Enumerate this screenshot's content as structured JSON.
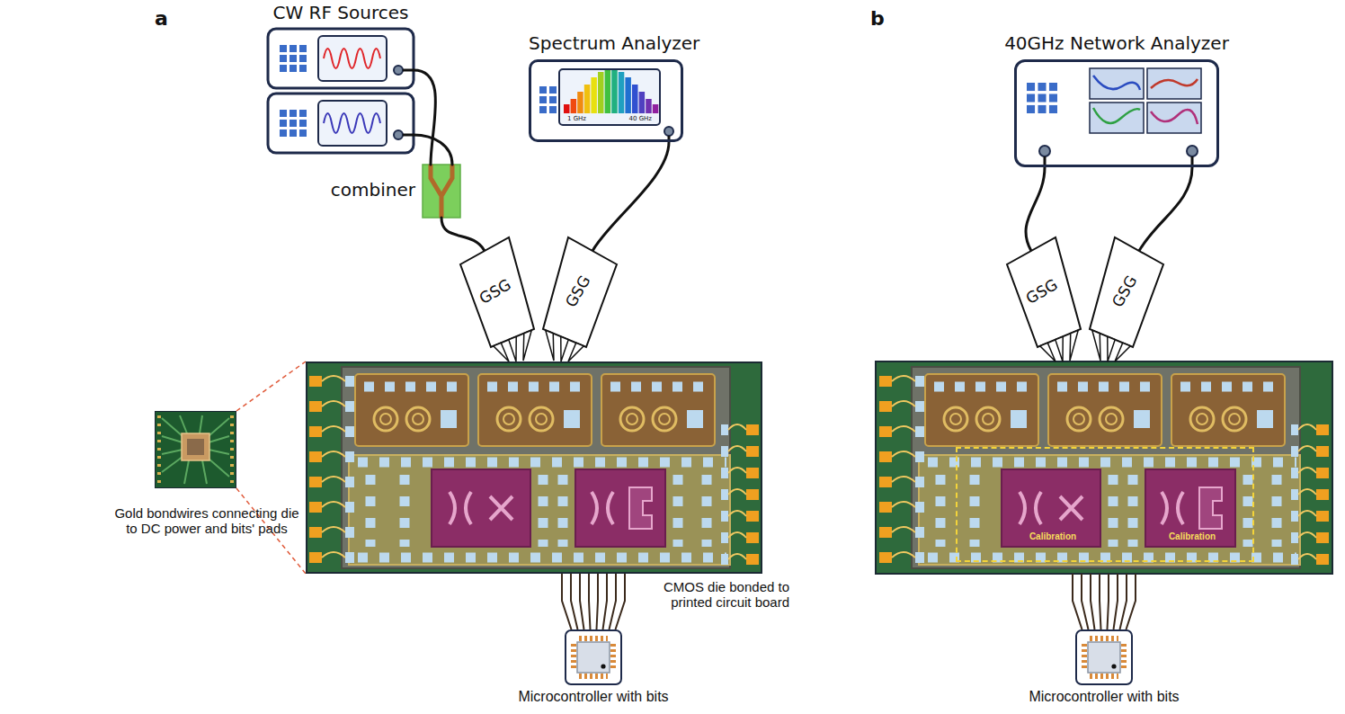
{
  "diagram": {
    "nodes": [
      {
        "text": [
          "CW RF Sources"
        ]
      },
      {
        "text": [
          "combiner"
        ]
      },
      {
        "text": [
          "Spectrum Analyzer",
          "1 GHz",
          "40 GHz"
        ]
      },
      {
        "text": [
          "GSG"
        ]
      },
      {
        "text": [
          "GSG"
        ]
      },
      {
        "text": [
          "Gold bondwires connecting die to DC power and bits' pads"
        ]
      },
      {
        "text": [
          "CMOS die bonded to printed circuit board"
        ]
      },
      {
        "text": [
          "Microcontroller with bits"
        ]
      },
      {
        "text": [
          "40GHz Network Analyzer"
        ]
      },
      {
        "text": [
          "GSG"
        ]
      },
      {
        "text": [
          "GSG"
        ]
      },
      {
        "text": [
          "Calibration",
          "Calibration"
        ]
      },
      {
        "text": [
          "Microcontroller with bits"
        ]
      }
    ],
    "edges": [
      {
        "from": 0,
        "to": 1,
        "arrow": "none"
      },
      {
        "from": 0,
        "to": 1,
        "arrow": "none"
      },
      {
        "from": 1,
        "to": 3,
        "arrow": "none"
      },
      {
        "from": 2,
        "to": 4,
        "arrow": "none"
      },
      {
        "from": 6,
        "to": 7,
        "arrow": "none"
      },
      {
        "from": 5,
        "to": 6,
        "arrow": "none"
      },
      {
        "from": 5,
        "to": 6,
        "arrow": "none"
      },
      {
        "from": 8,
        "to": 9,
        "arrow": "none"
      },
      {
        "from": 8,
        "to": 10,
        "arrow": "none"
      }
    ],
    "labels": [
      "a",
      "b"
    ]
  }
}
